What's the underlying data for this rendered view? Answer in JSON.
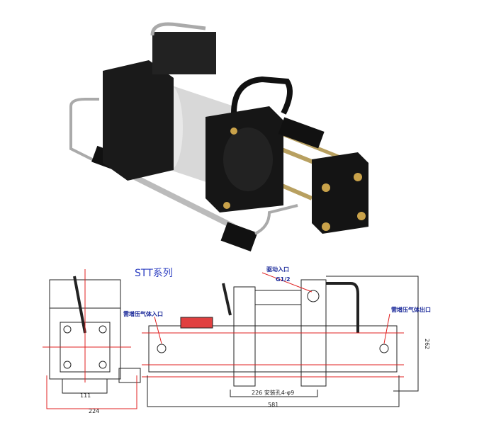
{
  "drawing": {
    "series_title": "STT系列",
    "drive_inlet_label": "驱动入口",
    "drive_inlet_thread": "G1/2",
    "gas_inlet_label": "需增压气体入口",
    "gas_outlet_label": "需增压气体出口",
    "dim_mount": "226 安装孔4-φ9",
    "dim_total_length": "581",
    "dim_inner_width": "111",
    "dim_width": "224",
    "dim_height": "262"
  },
  "colors": {
    "line": "#222222",
    "center": "#e02020",
    "label": "#1b2a9a"
  }
}
